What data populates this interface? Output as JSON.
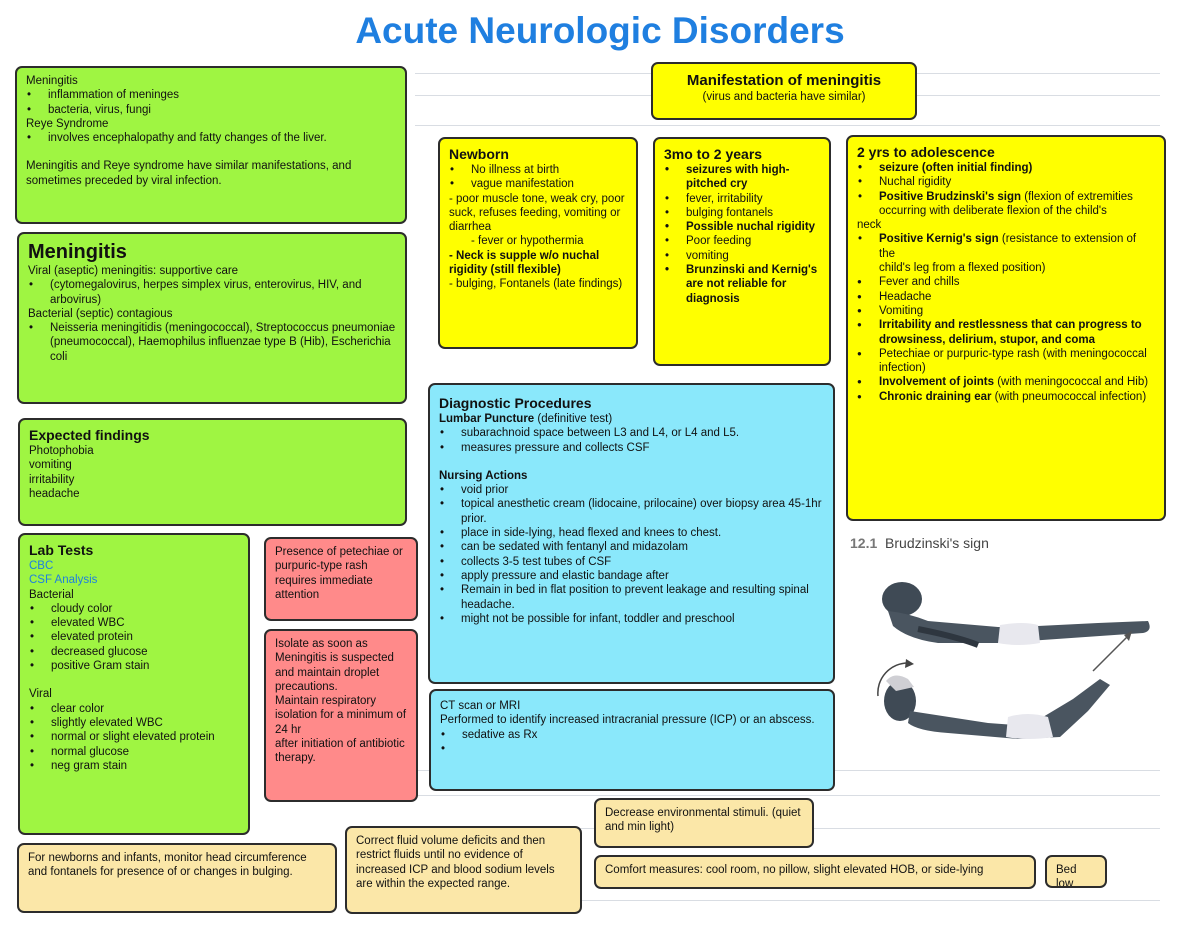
{
  "title": "Acute Neurologic Disorders",
  "intro": {
    "lines": [
      "Meningitis"
    ],
    "meningitis_bullets": [
      "inflammation of meninges",
      "bacteria, virus, fungi"
    ],
    "reye_title": "Reye Syndrome",
    "reye_bullets": [
      "involves encephalopathy and fatty changes of the liver."
    ],
    "note": "Meningitis and Reye syndrome have similar manifestations, and sometimes preceded by viral infection."
  },
  "meningitis": {
    "heading": "Meningitis",
    "viral": "Viral (aseptic) meningitis: supportive care",
    "viral_bullets": [
      "(cytomegalovirus, herpes simplex virus, enterovirus, HIV, and arbovirus)"
    ],
    "bacterial": "Bacterial (septic) contagious",
    "bacterial_bullets": [
      "Neisseria meningitidis (meningococcal), Streptococcus pneumoniae (pneumococcal), Haemophilus influenzae type B (Hib), Escherichia coli"
    ]
  },
  "expected": {
    "heading": "Expected findings",
    "items": [
      "Photophobia",
      "vomiting",
      "irritability",
      "headache"
    ]
  },
  "lab": {
    "heading": "Lab Tests",
    "links": [
      "CBC",
      "CSF Analysis"
    ],
    "bacterial_label": "Bacterial",
    "bacterial": [
      "cloudy color",
      "elevated WBC",
      "elevated protein",
      "decreased glucose",
      "positive Gram stain"
    ],
    "viral_label": "Viral",
    "viral": [
      "clear color",
      "slightly elevated WBC",
      "normal or slight elevated protein",
      "normal glucose",
      "neg gram stain"
    ]
  },
  "red1": {
    "text": "Presence of petechiae or purpuric-type rash requires immediate attention"
  },
  "red2": {
    "lines": [
      "Isolate as soon as Meningitis is suspected and maintain droplet precautions.",
      "Maintain respiratory isolation for a minimum of 24 hr",
      "after initiation of antibiotic therapy."
    ]
  },
  "newborns": {
    "text": "For newborns and infants, monitor head circumference and fontanels for presence of or changes in bulging."
  },
  "fluids": {
    "text": "Correct fluid volume deficits and then restrict fluids until no evidence of increased ICP and blood sodium levels are within the expected range."
  },
  "manifestation": {
    "heading": "Manifestation of meningitis",
    "sub": "(virus and bacteria have similar)"
  },
  "newborn": {
    "heading": "Newborn",
    "b1": "No illness at birth",
    "b2": "vague manifestation",
    "l1": "- poor muscle tone, weak cry, poor suck, refuses feeding, vomiting or diarrhea",
    "l2": "- fever or hypothermia",
    "l3": "- Neck is supple w/o nuchal rigidity (still flexible)",
    "l4": "- bulging, Fontanels (late findings)"
  },
  "infant": {
    "heading": "3mo to 2 years",
    "items": [
      {
        "text": "seizures with high-pitched cry",
        "bold": true
      },
      {
        "text": "fever, irritability",
        "bold": false
      },
      {
        "text": "bulging fontanels",
        "bold": false
      },
      {
        "text": "Possible nuchal rigidity",
        "bold": true
      },
      {
        "text": "Poor feeding",
        "bold": false
      },
      {
        "text": "vomiting",
        "bold": false
      },
      {
        "text": "Brunzinski and Kernig's are not reliable for diagnosis",
        "bold": true
      }
    ]
  },
  "older": {
    "heading": "2 yrs to adolescence",
    "seizure": "seizure (often initial finding)",
    "nuchal": "Nuchal rigidity",
    "brudz_bold": "Positive Brudzinski's sign",
    "brudz_rest": "(flexion of extremities occurring with deliberate flexion of the child's",
    "neck": "neck",
    "kernig_bold": "Positive Kernig's sign",
    "kernig_rest": "(resistance to extension of the",
    "kernig_rest2": "child's leg from a flexed position)",
    "dots": [
      "Fever and chills",
      "Headache",
      "Vomiting"
    ],
    "irritability": "Irritability and restlessness that can progress to drowsiness, delirium, stupor, and coma",
    "petechiae": "Petechiae or purpuric-type rash (with meningococcal infection)",
    "joints_bold": "Involvement of joints",
    "joints_rest": "(with meningococcal and Hib)",
    "ear_bold": "Chronic draining ear",
    "ear_rest": "(with pneumococcal infection)"
  },
  "diagnostic": {
    "heading": "Diagnostic Procedures",
    "lp_bold": "Lumbar Puncture",
    "lp_rest": "(definitive test)",
    "lp_bullets": [
      "subarachnoid space between L3 and L4, or L4 and L5.",
      "measures pressure and collects CSF"
    ],
    "nursing": "Nursing Actions",
    "nursing_bullets": [
      "void prior",
      "topical anesthetic cream (lidocaine, prilocaine) over biopsy area 45-1hr prior.",
      "place in side-lying, head flexed and knees to chest.",
      "can be sedated with fentanyl and midazolam",
      "collects 3-5 test tubes of CSF",
      "apply pressure and elastic bandage after",
      "Remain in bed in flat position to prevent leakage and resulting spinal headache.",
      "might not be possible for infant, toddler and preschool"
    ]
  },
  "ct": {
    "line1": "CT scan or MRI",
    "line2": "Performed to identify increased intracranial pressure (ICP) or an abscess.",
    "bullets": [
      "sedative as Rx",
      ""
    ]
  },
  "stimuli": {
    "text": "Decrease environmental stimuli. (quiet and min light)"
  },
  "comfort": {
    "text": "Comfort measures: cool room, no pillow, slight elevated HOB, or side-lying"
  },
  "bedlow": {
    "text": "Bed low"
  },
  "figure": {
    "number": "12.1",
    "caption": "Brudzinski's sign"
  },
  "colors": {
    "green": "#9ff542",
    "yellow": "#ffff00",
    "cyan": "#8ae8fb",
    "red": "#ff8a8a",
    "tan": "#fbe7a8",
    "title": "#1f7fe0"
  }
}
